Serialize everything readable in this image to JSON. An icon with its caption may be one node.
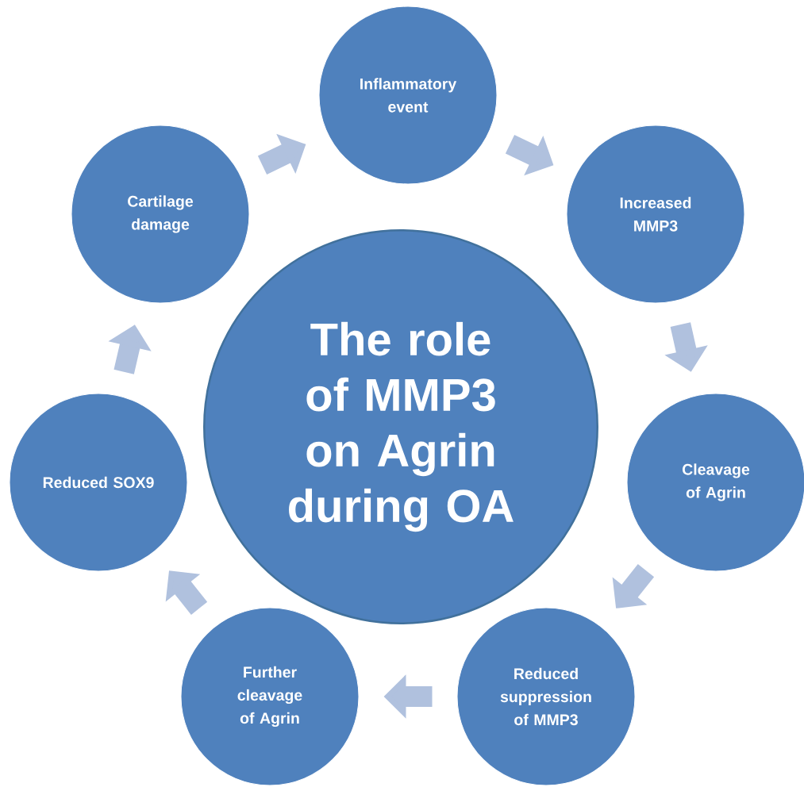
{
  "diagram": {
    "nodes": [
      {
        "text": [
          "The role of MMP3 on Agrin during OA"
        ]
      },
      {
        "text": [
          "Inflammatory event"
        ]
      },
      {
        "text": [
          "Increased MMP3"
        ]
      },
      {
        "text": [
          "Cleavage of Agrin"
        ]
      },
      {
        "text": [
          "Reduced suppression of MMP3"
        ]
      },
      {
        "text": [
          "Further cleavage of Agrin"
        ]
      },
      {
        "text": [
          "Reduced SOX9"
        ]
      },
      {
        "text": [
          "Cartilage damage"
        ]
      }
    ],
    "edges": [
      {
        "from": 1,
        "to": 2,
        "arrow": "to"
      },
      {
        "from": 2,
        "to": 3,
        "arrow": "to"
      },
      {
        "from": 3,
        "to": 4,
        "arrow": "to"
      },
      {
        "from": 4,
        "to": 5,
        "arrow": "to"
      },
      {
        "from": 5,
        "to": 6,
        "arrow": "to"
      },
      {
        "from": 6,
        "to": 7,
        "arrow": "to"
      },
      {
        "from": 7,
        "to": 1,
        "arrow": "to"
      }
    ]
  }
}
